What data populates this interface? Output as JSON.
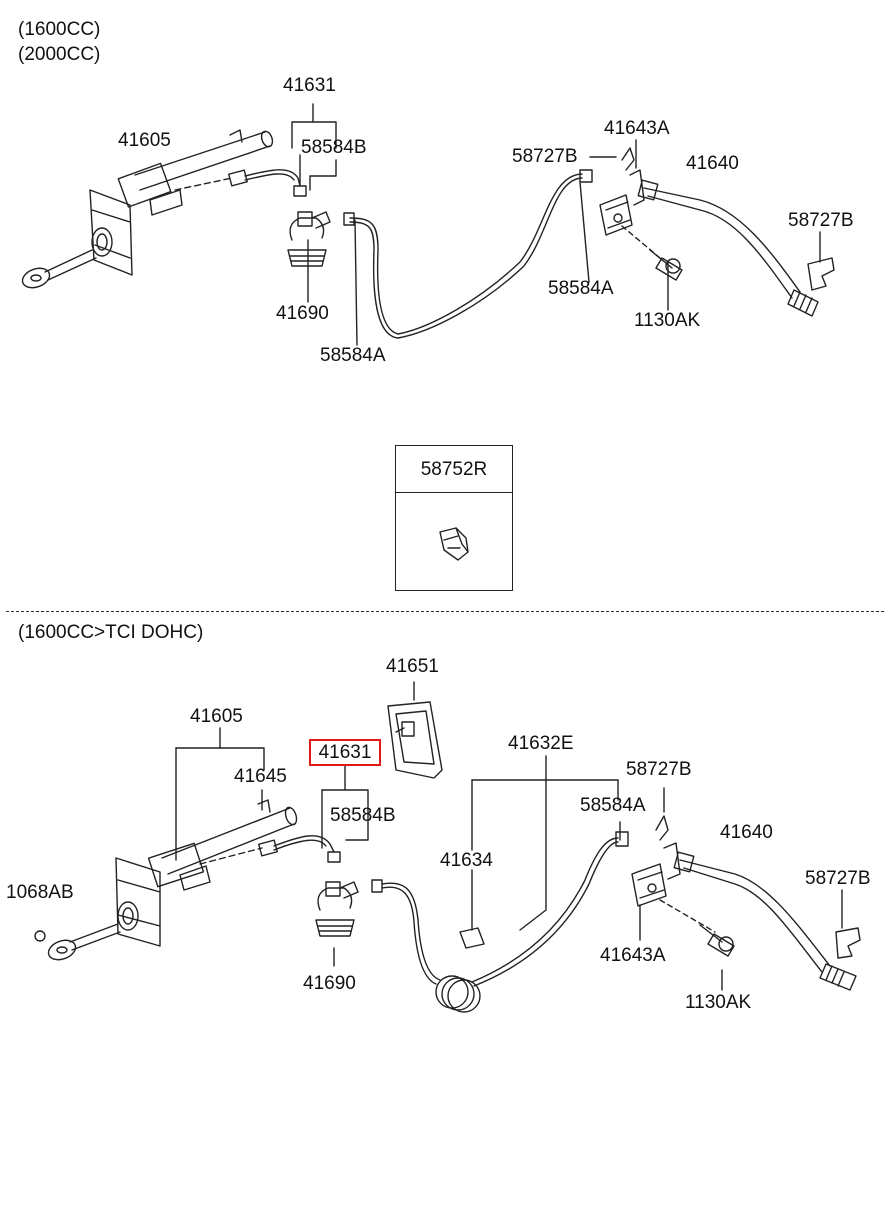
{
  "headers": {
    "engine_1600": "(1600CC)",
    "engine_2000": "(2000CC)",
    "engine_tci": "(1600CC>TCI DOHC)"
  },
  "top": {
    "p41631": "41631",
    "p41605": "41605",
    "p58584B": "58584B",
    "p41690": "41690",
    "p58584A_low": "58584A",
    "p58727B": "58727B",
    "p41643A": "41643A",
    "p41640": "41640",
    "p58584A": "58584A",
    "p1130AK": "1130AK",
    "p58727B_right": "58727B"
  },
  "inset": {
    "title": "58752R"
  },
  "bottom": {
    "p41651": "41651",
    "p41605": "41605",
    "p41631": "41631",
    "p41645": "41645",
    "p58584B": "58584B",
    "p41632E": "41632E",
    "p58727B": "58727B",
    "p58584A": "58584A",
    "p41640": "41640",
    "p41634": "41634",
    "p1068AB": "1068AB",
    "p58727B_right": "58727B",
    "p41690": "41690",
    "p41643A": "41643A",
    "p1130AK": "1130AK"
  },
  "colors": {
    "highlight": "#e01818",
    "line": "#222222"
  }
}
